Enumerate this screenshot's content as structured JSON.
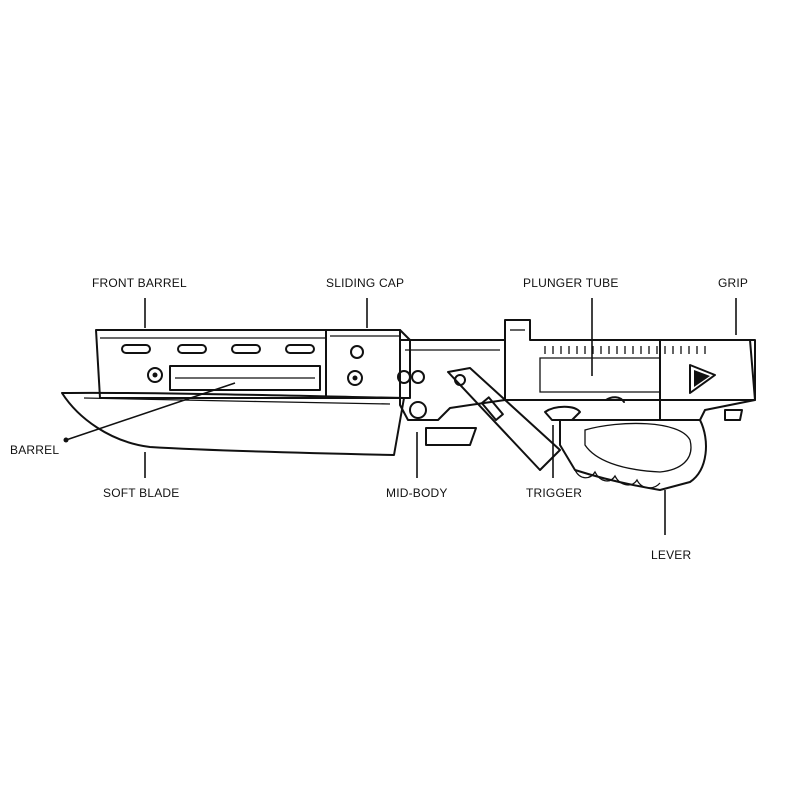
{
  "labels": {
    "front_barrel": "FRONT BARREL",
    "sliding_cap": "SLIDING CAP",
    "plunger_tube": "PLUNGER TUBE",
    "grip": "GRIP",
    "barrel": "BARREL",
    "soft_blade": "SOFT BLADE",
    "mid_body": "MID-BODY",
    "trigger": "TRIGGER",
    "lever": "LEVER"
  },
  "colors": {
    "ink": "#111111",
    "background": "#ffffff"
  }
}
